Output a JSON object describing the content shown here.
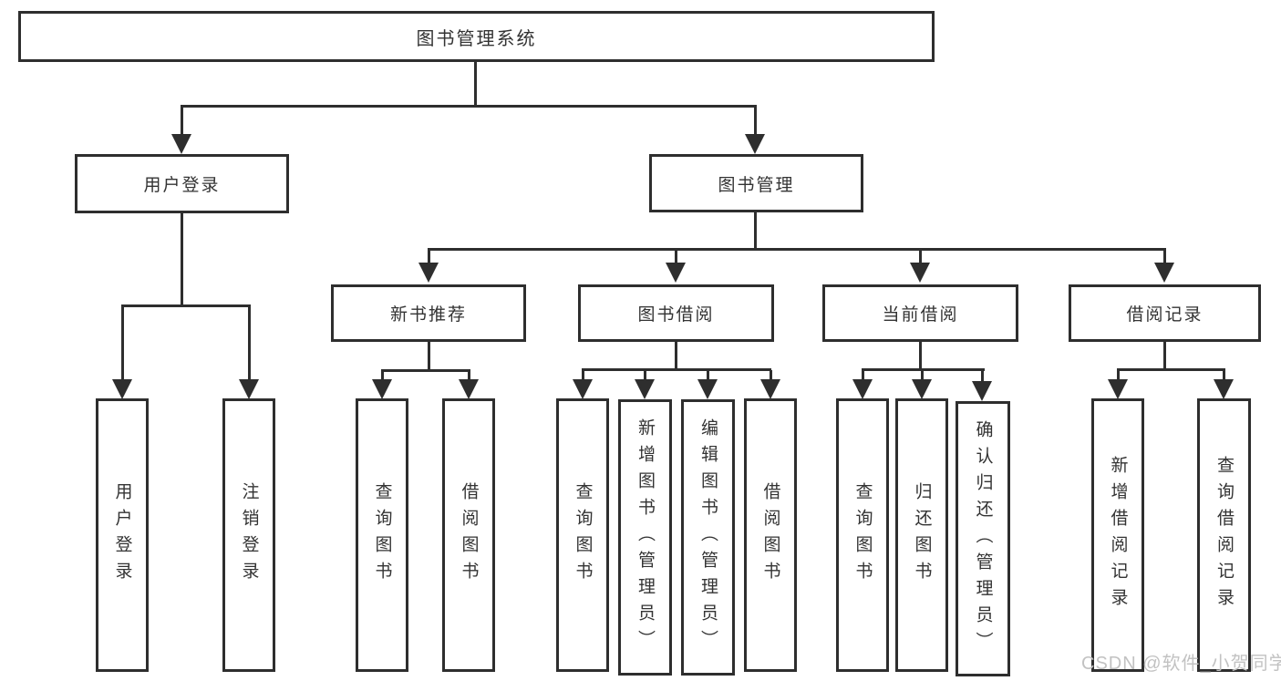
{
  "root": {
    "label": "图书管理系统"
  },
  "level2": [
    {
      "label": "用户登录",
      "children": [
        "用户登录",
        "注销登录"
      ]
    },
    {
      "label": "图书管理"
    }
  ],
  "level3": [
    {
      "label": "新书推荐",
      "children": [
        "查询图书",
        "借阅图书"
      ]
    },
    {
      "label": "图书借阅",
      "children": [
        "查询图书",
        "新增图书（管理员）",
        "编辑图书（管理员）",
        "借阅图书"
      ]
    },
    {
      "label": "当前借阅",
      "children": [
        "查询图书",
        "归还图书",
        "确认归还（管理员）"
      ]
    },
    {
      "label": "借阅记录",
      "children": [
        "新增借阅记录",
        "查询借阅记录"
      ]
    }
  ],
  "watermark": "CSDN @软件_小贺同学",
  "colors": {
    "line": "#2e2e2e",
    "text": "#333333",
    "watermark": "#c2c2c2",
    "background": "#ffffff"
  }
}
